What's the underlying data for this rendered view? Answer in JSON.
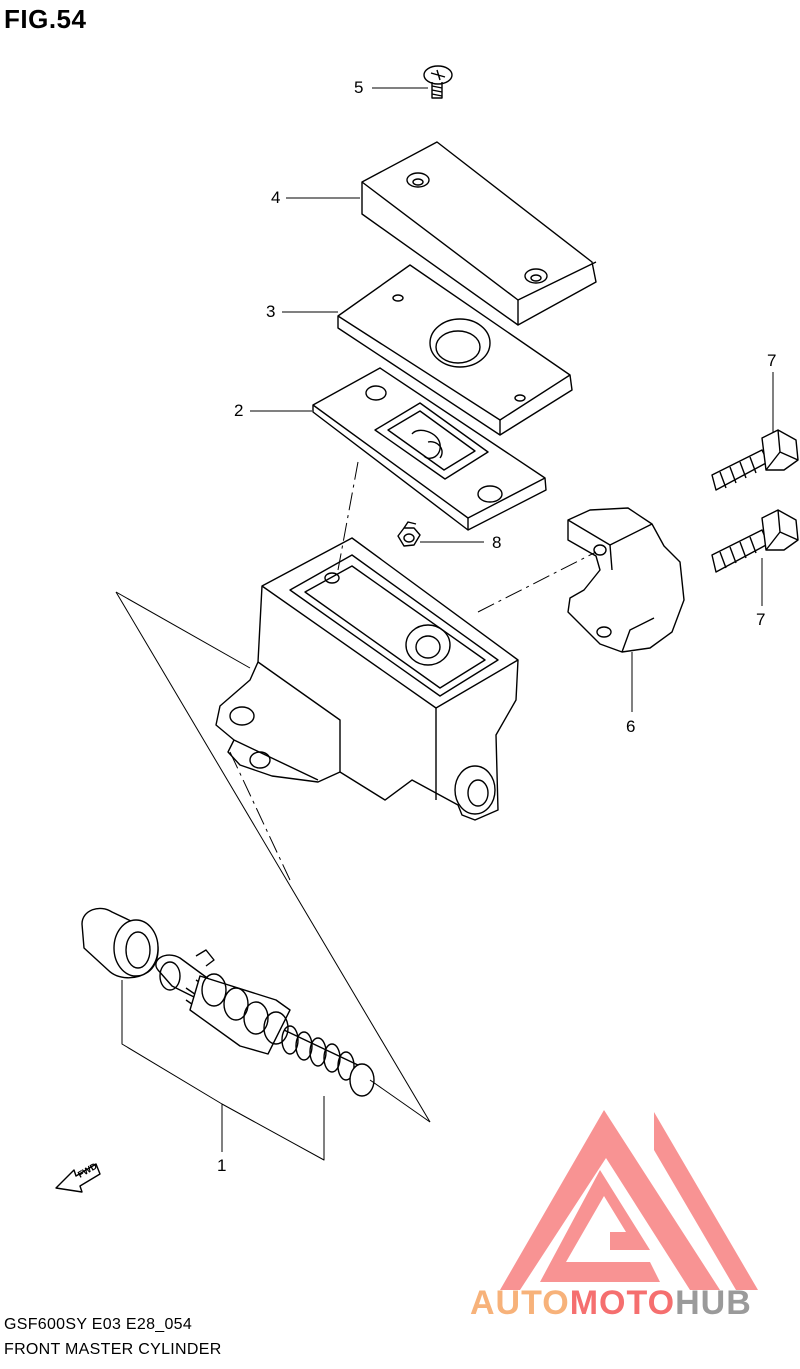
{
  "figure": {
    "title": "FIG.54",
    "code": "GSF600SY E03 E28_054",
    "name": "FRONT MASTER CYLINDER"
  },
  "callouts": {
    "p1": "1",
    "p2": "2",
    "p3": "3",
    "p4": "4",
    "p5": "5",
    "p6": "6",
    "p7a": "7",
    "p7b": "7",
    "p8": "8"
  },
  "fwd_label": "FWD",
  "watermark": {
    "part1": "AUTO",
    "part2": "MOTO",
    "part3": "HUB",
    "colors": {
      "auto": "#f7b27a",
      "moto": "#f56f6f",
      "hub": "#9a9a9a",
      "logo": "#f56f6f"
    }
  }
}
